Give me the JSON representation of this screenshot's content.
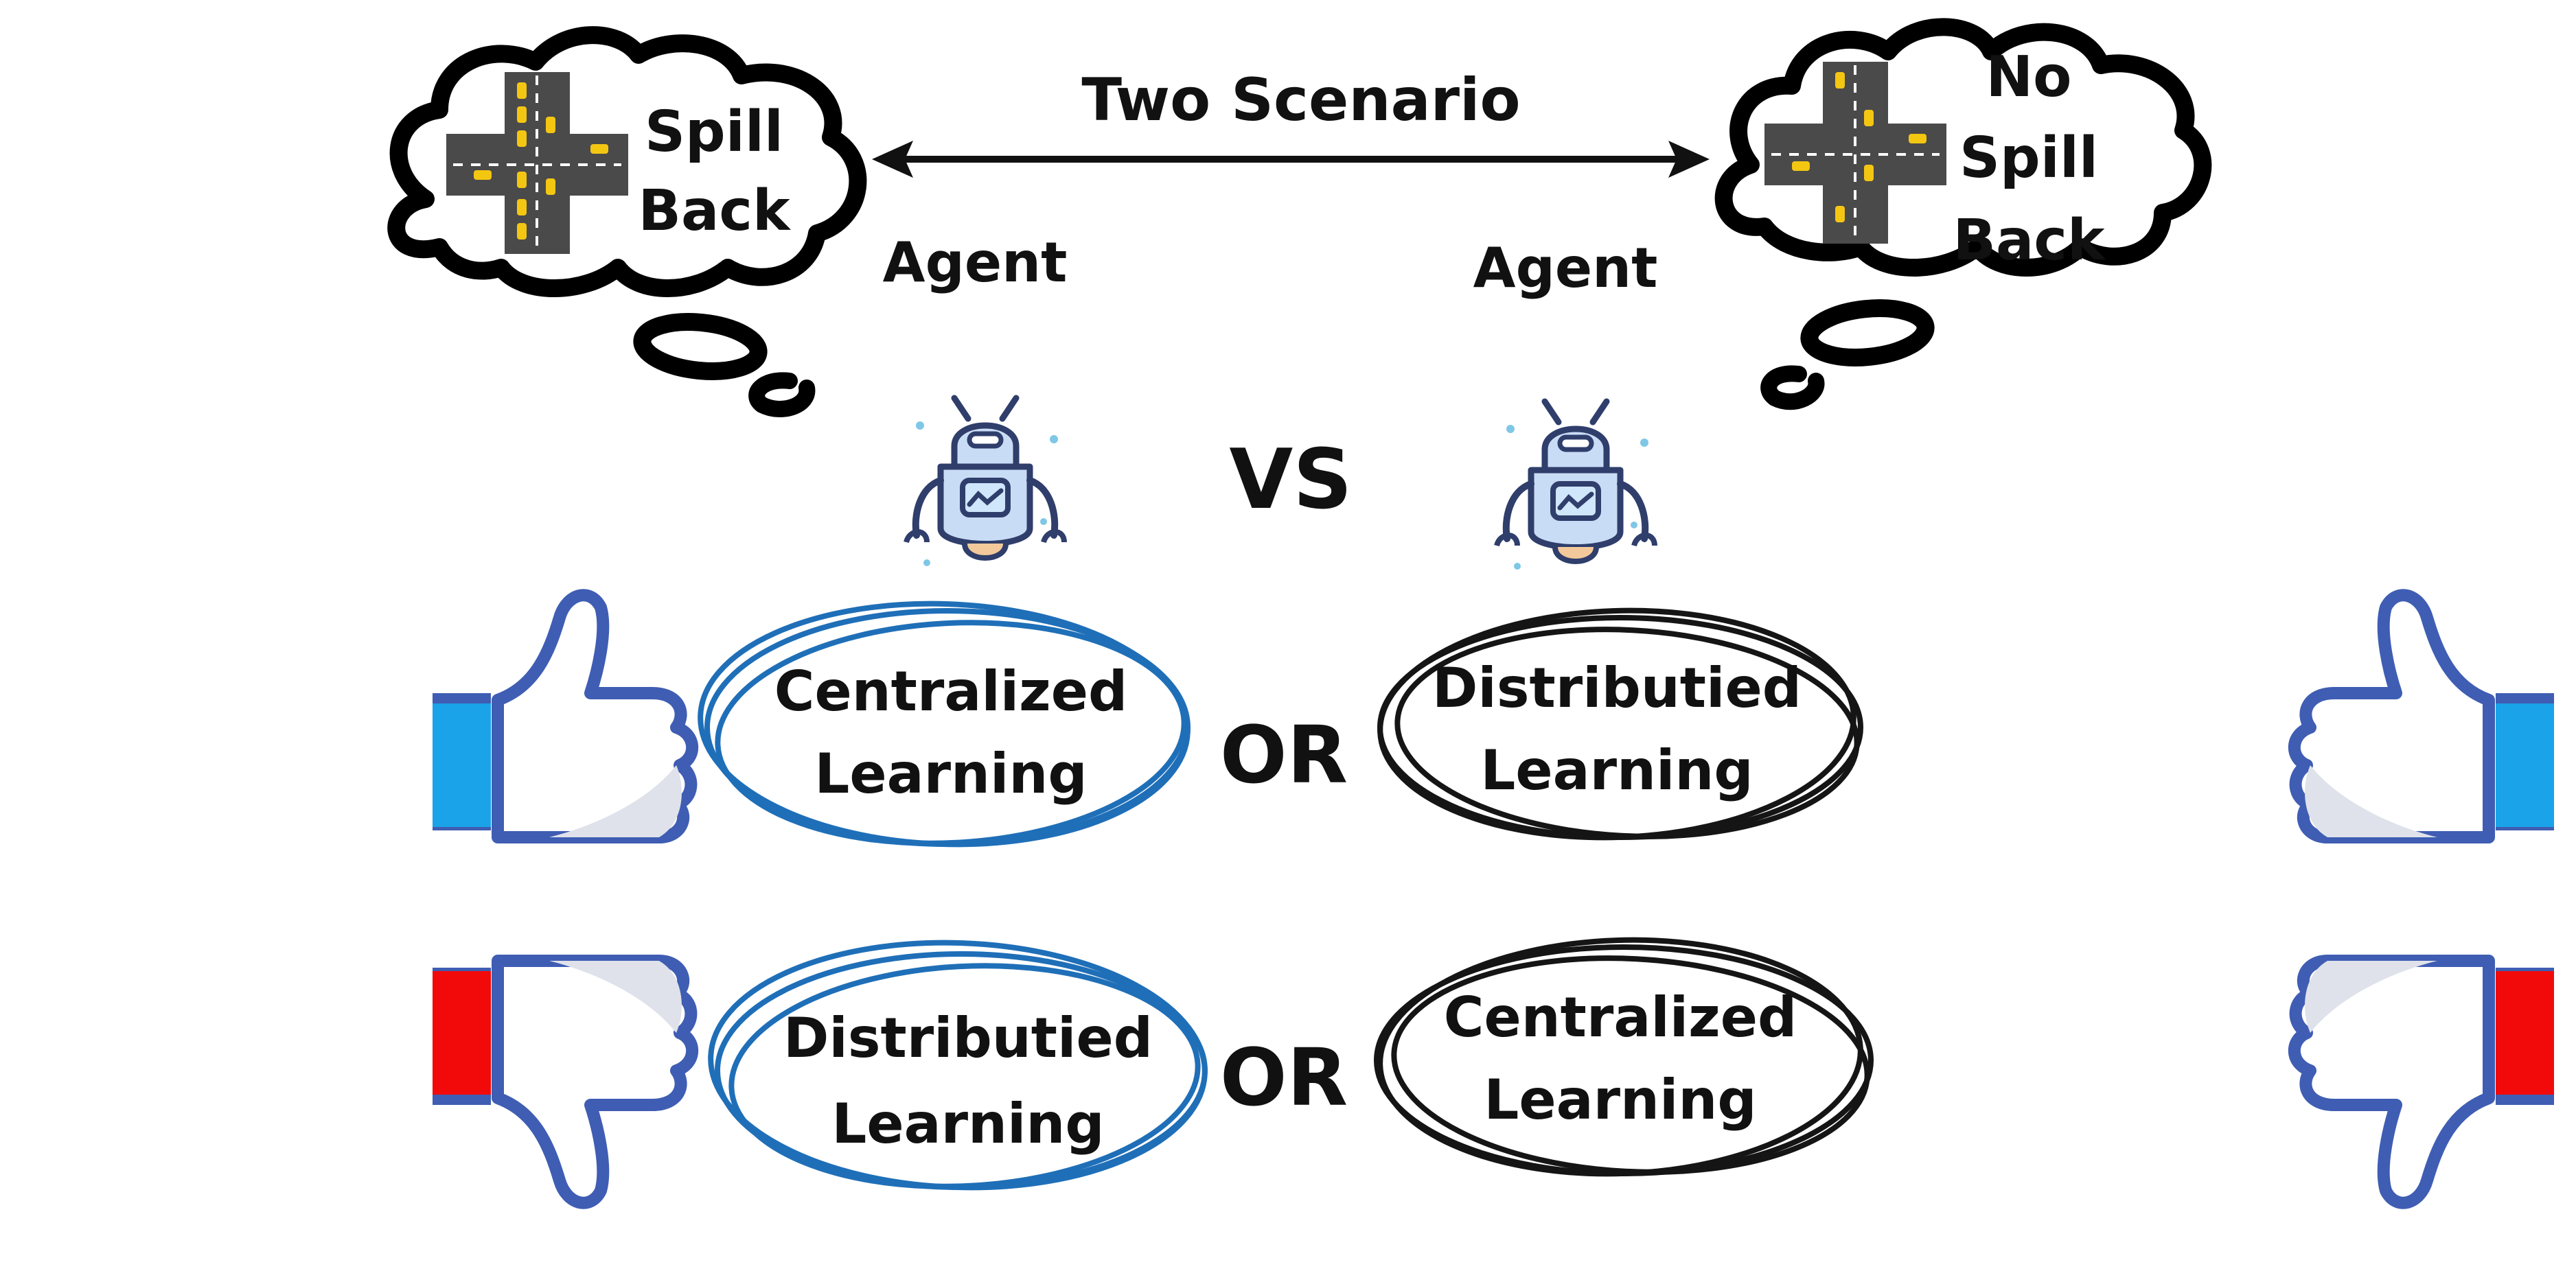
{
  "header": {
    "scenario_label": "Two Scenario"
  },
  "left_cloud": {
    "line1": "Spill",
    "line2": "Back"
  },
  "right_cloud": {
    "line1": "No",
    "line2": "Spill",
    "line3": "Back"
  },
  "agents": {
    "left_label": "Agent",
    "right_label": "Agent",
    "versus": "VS"
  },
  "rows": [
    {
      "thumb": "thumbs-up-icon",
      "cuff_color": "#1aa3e8",
      "left": {
        "line1": "Centralized",
        "line2": "Learning",
        "ring_color": "#1f6fb8"
      },
      "connector": "OR",
      "right": {
        "line1": "Distributied",
        "line2": "Learning",
        "ring_color": "#151515"
      }
    },
    {
      "thumb": "thumbs-down-icon",
      "cuff_color": "#f20a0a",
      "left": {
        "line1": "Distributied",
        "line2": "Learning",
        "ring_color": "#1f6fb8"
      },
      "connector": "OR",
      "right": {
        "line1": "Centralized",
        "line2": "Learning",
        "ring_color": "#151515"
      }
    }
  ],
  "colors": {
    "thumb_outline": "#3f5db3",
    "thumb_fill": "#ffffff",
    "thumb_shade": "#dfe2ea",
    "road": "#4a4a4a",
    "car": "#f3c612",
    "robot_body": "#c9dcf5",
    "robot_outline": "#2f3e6b",
    "robot_face": "#f3c99b",
    "sparkle": "#7fc7e6"
  }
}
